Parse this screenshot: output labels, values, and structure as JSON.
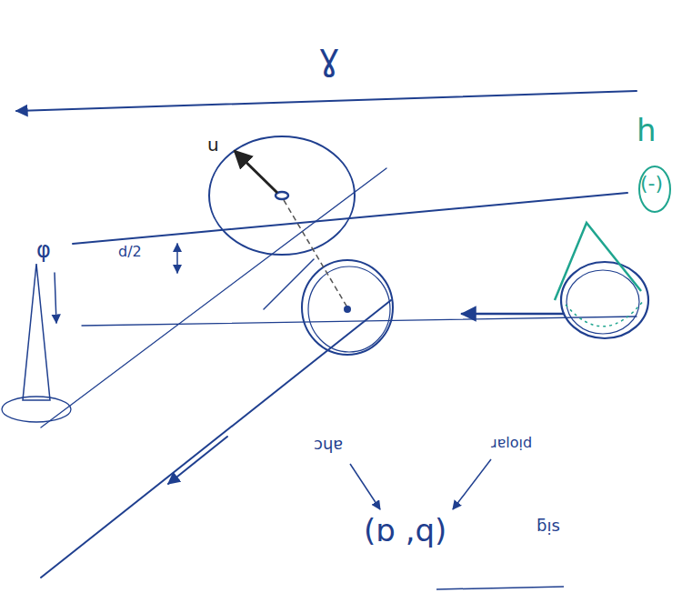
{
  "diagram": {
    "labels": [
      "ɣ",
      "u",
      "d/2",
      "φ",
      "h",
      "(-)",
      "(ɒ ,q)",
      "ɔɥɐ",
      "ɹɐloᴉd",
      "ƃᴉs"
    ]
  }
}
